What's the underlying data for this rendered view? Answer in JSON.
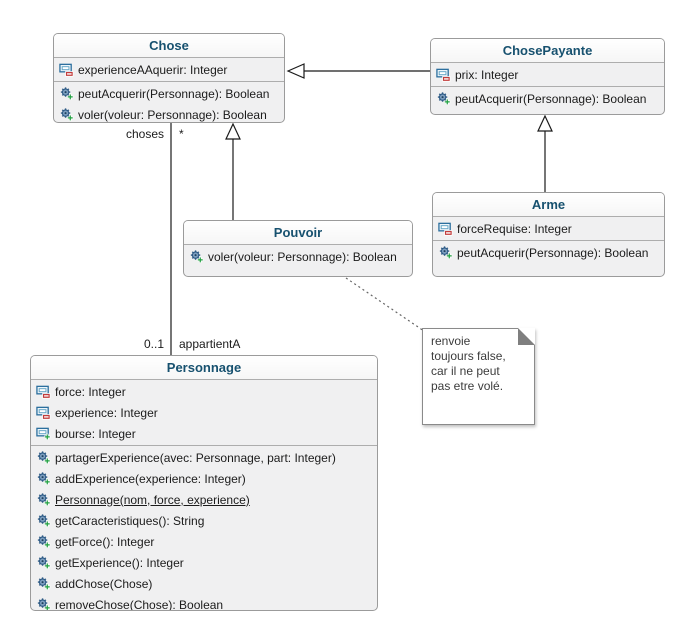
{
  "diagram": {
    "classes": {
      "chose": {
        "title": "Chose",
        "attributes": [
          {
            "icon": "field-private-icon",
            "text": "experienceAAquerir: Integer"
          }
        ],
        "methods": [
          {
            "icon": "method-public-icon",
            "text": "peutAcquerir(Personnage): Boolean"
          },
          {
            "icon": "method-public-icon",
            "text": "voler(voleur: Personnage): Boolean"
          }
        ]
      },
      "chose_payante": {
        "title": "ChosePayante",
        "attributes": [
          {
            "icon": "field-private-icon",
            "text": "prix: Integer"
          }
        ],
        "methods": [
          {
            "icon": "method-public-icon",
            "text": "peutAcquerir(Personnage): Boolean"
          }
        ]
      },
      "arme": {
        "title": "Arme",
        "attributes": [
          {
            "icon": "field-private-icon",
            "text": "forceRequise: Integer"
          }
        ],
        "methods": [
          {
            "icon": "method-public-icon",
            "text": "peutAcquerir(Personnage): Boolean"
          }
        ]
      },
      "pouvoir": {
        "title": "Pouvoir",
        "methods": [
          {
            "icon": "method-public-icon",
            "text": "voler(voleur: Personnage): Boolean"
          }
        ]
      },
      "personnage": {
        "title": "Personnage",
        "attributes": [
          {
            "icon": "field-private-icon",
            "text": "force: Integer"
          },
          {
            "icon": "field-private-icon",
            "text": "experience: Integer"
          },
          {
            "icon": "field-public-icon",
            "text": "bourse: Integer"
          }
        ],
        "methods": [
          {
            "icon": "method-public-icon",
            "text": "partagerExperience(avec: Personnage, part: Integer)"
          },
          {
            "icon": "method-public-icon",
            "text": "addExperience(experience: Integer)"
          },
          {
            "icon": "method-public-icon",
            "text": "Personnage(nom, force, experience)",
            "underlined": true
          },
          {
            "icon": "method-public-icon",
            "text": "getCaracteristiques(): String"
          },
          {
            "icon": "method-public-icon",
            "text": "getForce(): Integer"
          },
          {
            "icon": "method-public-icon",
            "text": "getExperience(): Integer"
          },
          {
            "icon": "method-public-icon",
            "text": "addChose(Chose)"
          },
          {
            "icon": "method-public-icon",
            "text": "removeChose(Chose): Boolean"
          }
        ]
      }
    },
    "association": {
      "source_role": "choses",
      "source_multiplicity": "*",
      "target_multiplicity": "0..1",
      "target_role": "appartientA"
    },
    "note": {
      "lines": [
        "renvoie",
        "toujours false,",
        "car il ne peut",
        "pas etre volé."
      ]
    },
    "colors": {
      "class_title": "#17516f",
      "compartment_fill": "#f0f0f1",
      "box_border": "#9b9b9b",
      "private_badge": "#c23b3b",
      "public_badge": "#1e9e3e",
      "note_fold": "#7f7f7f"
    }
  }
}
